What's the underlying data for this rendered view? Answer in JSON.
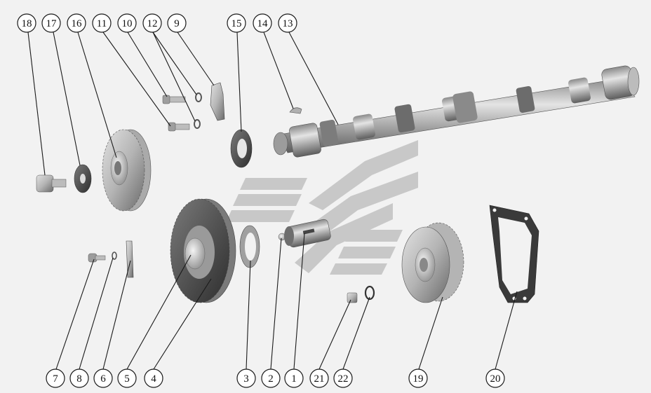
{
  "callouts": {
    "c18": "18",
    "c17": "17",
    "c16": "16",
    "c11": "11",
    "c10": "10",
    "c12": "12",
    "c9": "9",
    "c15": "15",
    "c14": "14",
    "c13": "13",
    "c7": "7",
    "c8": "8",
    "c6": "6",
    "c5": "5",
    "c4": "4",
    "c3": "3",
    "c2": "2",
    "c1": "1",
    "c21": "21",
    "c22": "22",
    "c19": "19",
    "c20": "20"
  },
  "colors": {
    "background": "#f2f2f2",
    "metal_light": "#d9d9d9",
    "metal_mid": "#a8a8a8",
    "metal_dark": "#5e5e5e",
    "watermark": "#c8c8c8",
    "ink": "#1a1a1a"
  }
}
